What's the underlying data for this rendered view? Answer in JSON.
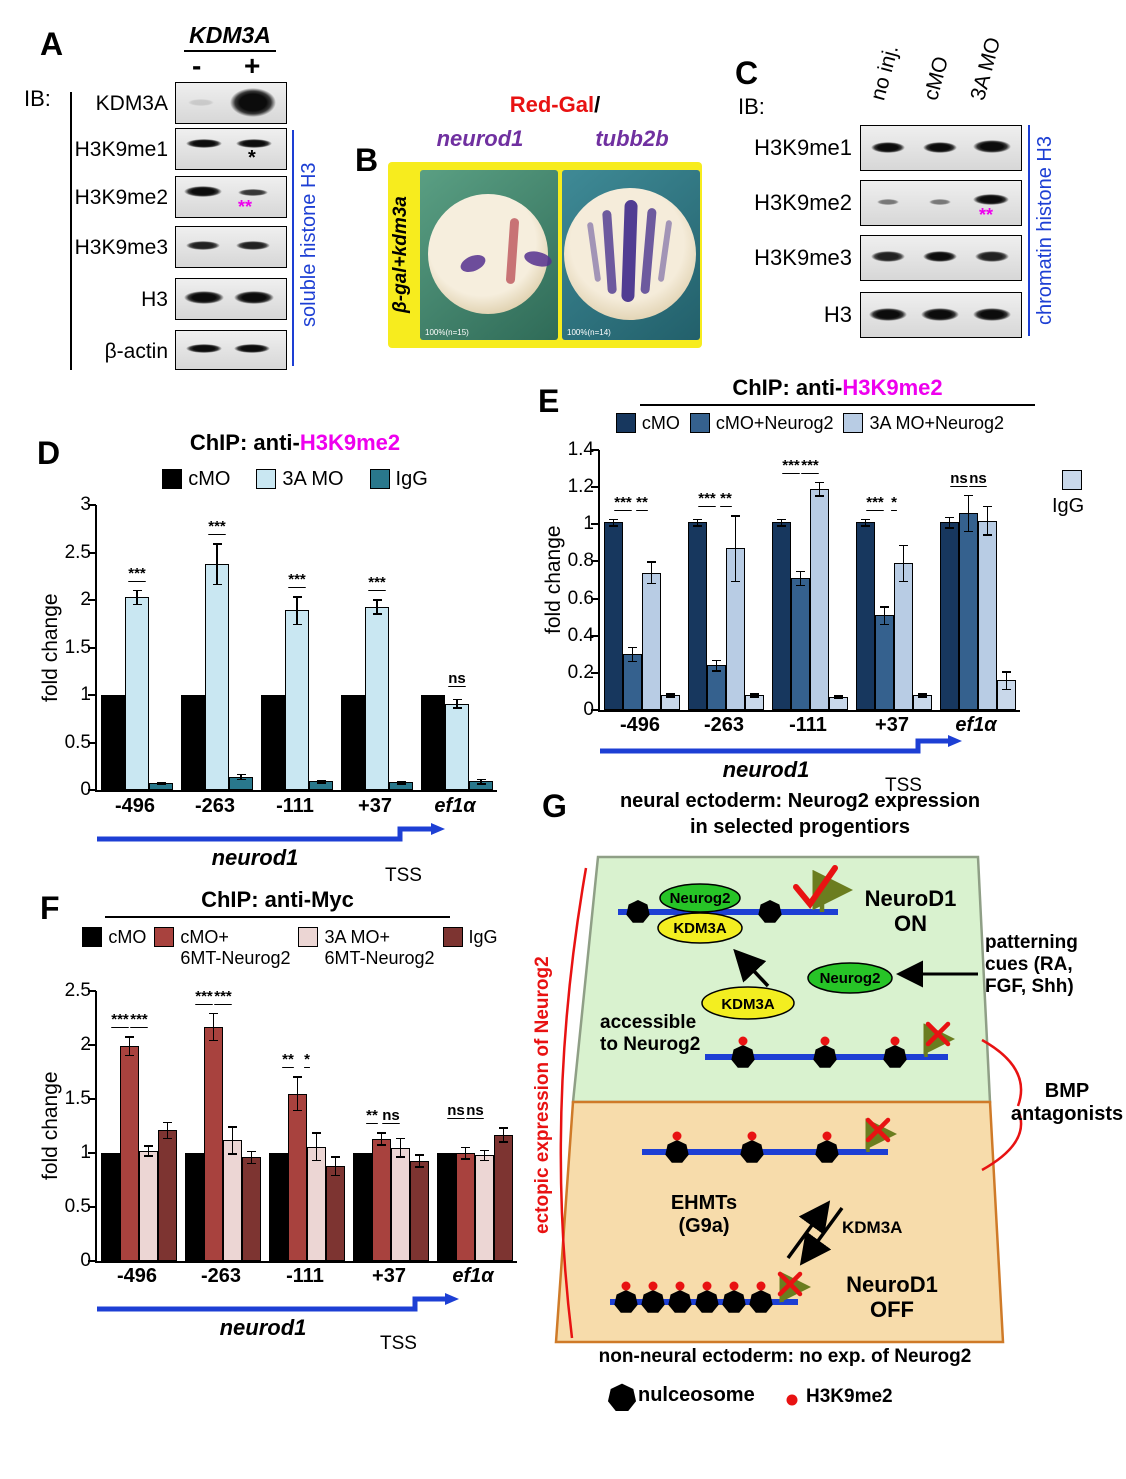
{
  "colors": {
    "blue": "#1d3fd4",
    "magenta": "#ee00ee",
    "purple": "#7030a0",
    "red": "#e81212"
  },
  "panel_a": {
    "label": "A",
    "ib_label": "IB:",
    "gene_header": "KDM3A",
    "lane_labels": [
      "-",
      "+"
    ],
    "rows": [
      {
        "name": "KDM3A",
        "annotation": ""
      },
      {
        "name": "H3K9me1",
        "annotation": "*"
      },
      {
        "name": "H3K9me2",
        "annotation": "**"
      },
      {
        "name": "H3K9me3",
        "annotation": ""
      },
      {
        "name": "H3",
        "annotation": ""
      },
      {
        "name": "β-actin",
        "annotation": ""
      }
    ],
    "side_label": "soluble histone H3"
  },
  "panel_b": {
    "label": "B",
    "title_red": "Red-Gal",
    "title_slash": "/",
    "gene_left": "neurod1",
    "gene_right": "tubb2b",
    "side_label": "β-gal+kdm3a",
    "caption_left": "100%(n=15)",
    "caption_right": "100%(n=14)"
  },
  "panel_c": {
    "label": "C",
    "ib_label": "IB:",
    "lane_labels": [
      "no inj.",
      "cMO",
      "3A MO"
    ],
    "rows": [
      {
        "name": "H3K9me1",
        "annotation": ""
      },
      {
        "name": "H3K9me2",
        "annotation": "**"
      },
      {
        "name": "H3K9me3",
        "annotation": ""
      },
      {
        "name": "H3",
        "annotation": ""
      }
    ],
    "side_label": "chromatin histone H3"
  },
  "chart_data": [
    {
      "id": "D",
      "panel_label": "D",
      "type": "bar",
      "title_prefix": "ChIP: anti-",
      "title_highlight": "H3K9me2",
      "title_highlight_color": "#ee00ee",
      "ylabel": "fold change",
      "ylim": [
        0,
        3
      ],
      "yticks": [
        "0",
        "0.5",
        "1",
        "1.5",
        "2",
        "2.5",
        "3"
      ],
      "categories": [
        "-496",
        "-263",
        "-111",
        "+37",
        "ef1α"
      ],
      "italic_categories": [
        "ef1α"
      ],
      "series": [
        {
          "name": "cMO",
          "color": "#000000",
          "values": [
            1,
            1,
            1,
            1,
            1
          ],
          "errors": null
        },
        {
          "name": "3A MO",
          "color": "#c9e7f2",
          "values": [
            2.03,
            2.38,
            1.89,
            1.93,
            0.91
          ],
          "errors": [
            0.08,
            0.22,
            0.15,
            0.08,
            0.05
          ]
        },
        {
          "name": "IgG",
          "color": "#29788c",
          "values": [
            0.07,
            0.14,
            0.09,
            0.08,
            0.09
          ],
          "errors": [
            0.01,
            0.03,
            0.02,
            0.02,
            0.03
          ]
        }
      ],
      "sig": [
        "***",
        "***",
        "***",
        "***",
        "ns"
      ],
      "gene_label": "neurod1",
      "tss_label": "TSS"
    },
    {
      "id": "E",
      "panel_label": "E",
      "type": "bar",
      "title_prefix": "ChIP: anti-",
      "title_highlight": "H3K9me2",
      "title_highlight_color": "#ee00ee",
      "ylabel": "fold change",
      "ylim": [
        0,
        1.4
      ],
      "yticks": [
        "0",
        "0.2",
        "0.4",
        "0.6",
        "0.8",
        "1",
        "1.2",
        "1.4"
      ],
      "categories": [
        "-496",
        "-263",
        "-111",
        "+37",
        "ef1α"
      ],
      "italic_categories": [
        "ef1α"
      ],
      "series": [
        {
          "name": "cMO",
          "color": "#17375e",
          "values": [
            1.01,
            1.01,
            1.01,
            1.01,
            1.01
          ],
          "errors": [
            0.02,
            0.02,
            0.02,
            0.02,
            0.03
          ]
        },
        {
          "name": "cMO+Neurog2",
          "color": "#35618e",
          "values": [
            0.3,
            0.24,
            0.71,
            0.51,
            1.06
          ],
          "errors": [
            0.04,
            0.03,
            0.04,
            0.05,
            0.1
          ]
        },
        {
          "name": "3A MO+Neurog2",
          "color": "#b8cce4",
          "values": [
            0.74,
            0.87,
            1.19,
            0.79,
            1.02
          ],
          "errors": [
            0.06,
            0.18,
            0.04,
            0.1,
            0.08
          ]
        },
        {
          "name": "IgG",
          "color": "#c9d8ea",
          "values": [
            0.08,
            0.08,
            0.07,
            0.08,
            0.16
          ],
          "errors": [
            0.01,
            0.01,
            0.01,
            0.01,
            0.05
          ],
          "legend_separate": true
        }
      ],
      "sig": [
        [
          "***",
          "**"
        ],
        [
          "***",
          "**"
        ],
        [
          "***",
          "***"
        ],
        [
          "***",
          "*"
        ],
        [
          "ns",
          "ns"
        ]
      ],
      "gene_label": "neurod1",
      "tss_label": "TSS"
    },
    {
      "id": "F",
      "panel_label": "F",
      "type": "bar",
      "title_prefix": "ChIP: anti-Myc",
      "title_highlight": "",
      "title_highlight_color": "",
      "ylabel": "fold change",
      "ylim": [
        0,
        2.5
      ],
      "yticks": [
        "0",
        "0.5",
        "1",
        "1.5",
        "2",
        "2.5"
      ],
      "categories": [
        "-496",
        "-263",
        "-111",
        "+37",
        "ef1α"
      ],
      "italic_categories": [
        "ef1α"
      ],
      "series": [
        {
          "name": "cMO",
          "color": "#000000",
          "legend_lines": [
            "cMO"
          ],
          "values": [
            1,
            1,
            1,
            1,
            1
          ],
          "errors": null
        },
        {
          "name": "cMO+6MT-Neurog2",
          "color": "#a8423e",
          "legend_lines": [
            "cMO+",
            "6MT-Neurog2"
          ],
          "values": [
            1.99,
            2.17,
            1.55,
            1.13,
            1.0
          ],
          "errors": [
            0.09,
            0.13,
            0.16,
            0.06,
            0.06
          ]
        },
        {
          "name": "3A MO+6MT-Neurog2",
          "color": "#ecd6d4",
          "legend_lines": [
            "3A MO+",
            "6MT-Neurog2"
          ],
          "values": [
            1.02,
            1.12,
            1.06,
            1.05,
            0.98
          ],
          "errors": [
            0.05,
            0.13,
            0.13,
            0.09,
            0.05
          ]
        },
        {
          "name": "IgG",
          "color": "#7d3431",
          "legend_lines": [
            "IgG"
          ],
          "values": [
            1.21,
            0.96,
            0.88,
            0.93,
            1.17
          ],
          "errors": [
            0.08,
            0.06,
            0.09,
            0.06,
            0.07
          ]
        }
      ],
      "sig": [
        [
          "***",
          "***"
        ],
        [
          "***",
          "***"
        ],
        [
          "**",
          "*"
        ],
        [
          "**",
          "ns"
        ],
        [
          "ns",
          "ns"
        ]
      ],
      "gene_label": "neurod1",
      "tss_label": "TSS"
    }
  ],
  "panel_g": {
    "label": "G",
    "title_line1": "neural ectoderm: Neurog2 expression",
    "title_line2": "in selected progentiors",
    "neurog2_oval": "Neurog2",
    "kdm3a_oval": "KDM3A",
    "neurod1_on_line1": "NeuroD1",
    "neurod1_on_line2": "ON",
    "patterning_line1": "patterning",
    "patterning_line2": "cues (RA,",
    "patterning_line3": "FGF, Shh)",
    "accessible_line1": "accessible",
    "accessible_line2": "to Neurog2",
    "bmp_line1": "BMP",
    "bmp_line2": "antagonists",
    "ehmts_line1": "EHMTs",
    "ehmts_line2": "(G9a)",
    "kdm3a_small": "KDM3A",
    "neurod1_off_line1": "NeuroD1",
    "neurod1_off_line2": "OFF",
    "bottom_caption": "non-neural ectoderm: no exp. of Neurog2",
    "side_label": "ectopic expression of Neurog2",
    "legend_nucleosome": "nulceosome",
    "legend_h3k9me2": "H3K9me2"
  }
}
